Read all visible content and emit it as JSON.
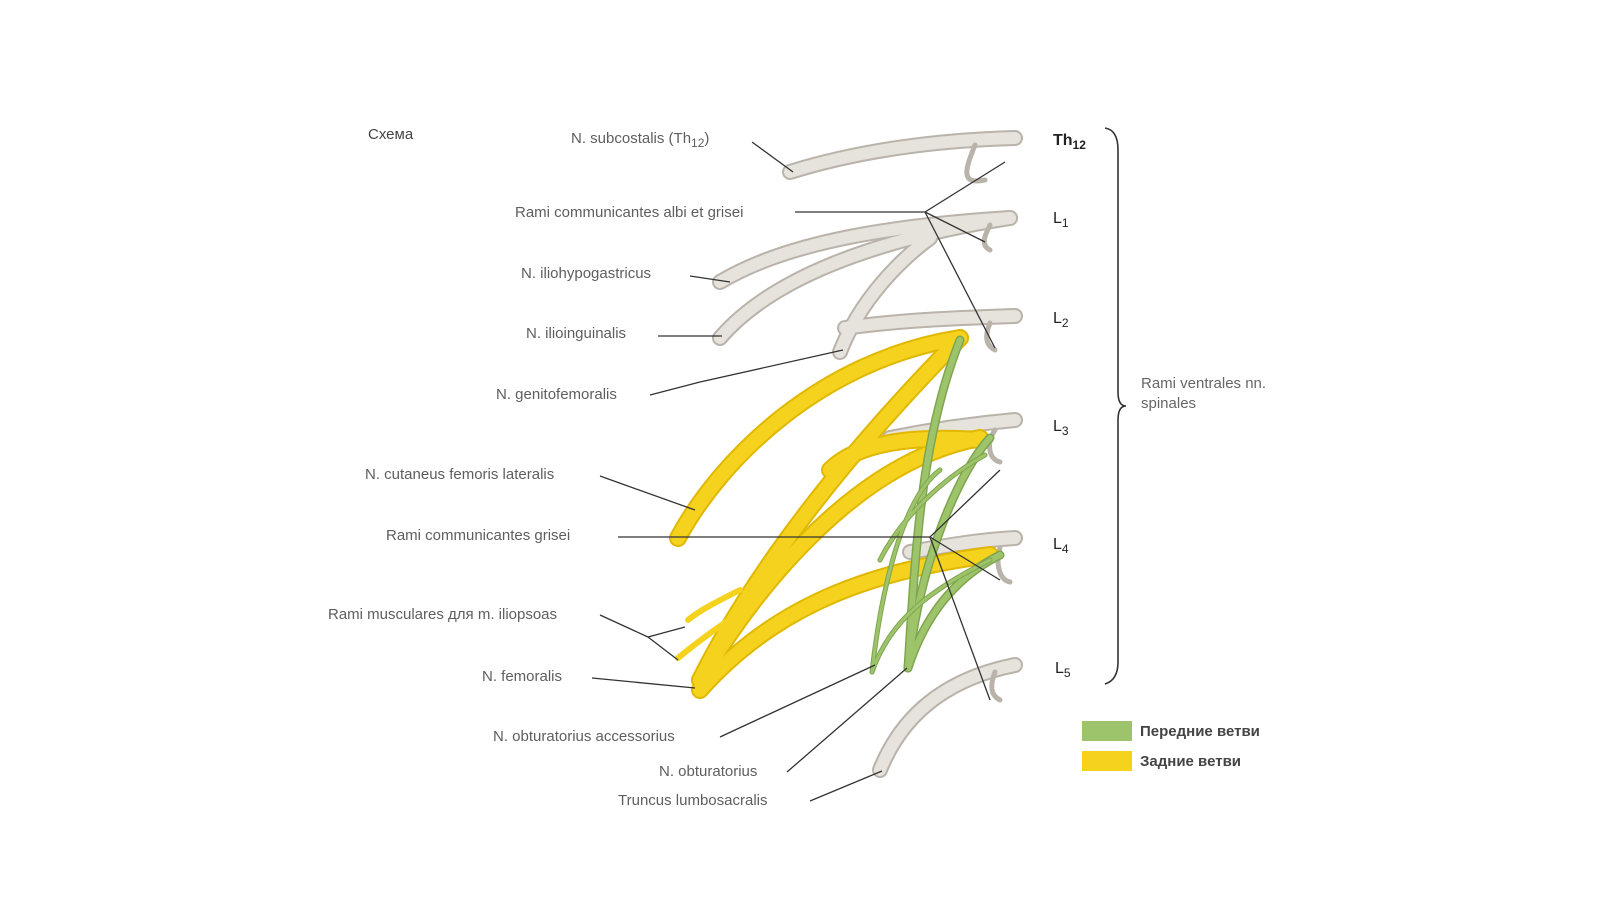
{
  "title": "Схема",
  "labels": {
    "subcostalis": "N. subcostalis (Th",
    "subcostalis_sub": "12",
    "subcostalis_close": ")",
    "rami_comm_albi": "Rami communicantes albi et grisei",
    "iliohypogastricus": "N. iliohypogastricus",
    "ilioinguinalis": "N. ilioinguinalis",
    "genitofemoralis": "N. genitofemoralis",
    "cutaneus": "N. cutaneus femoris lateralis",
    "rami_comm_grisei": "Rami communicantes grisei",
    "rami_musculares": "Rami musculares для m. iliopsoas",
    "femoralis": "N. femoralis",
    "obturatorius_acc": "N. obturatorius accessorius",
    "obturatorius": "N. obturatorius",
    "truncus": "Truncus lumbosacralis"
  },
  "levels": [
    {
      "main": "Th",
      "sub": "12"
    },
    {
      "main": "L",
      "sub": "1"
    },
    {
      "main": "L",
      "sub": "2"
    },
    {
      "main": "L",
      "sub": "3"
    },
    {
      "main": "L",
      "sub": "4"
    },
    {
      "main": "L",
      "sub": "5"
    }
  ],
  "bracket_label": "Rami ventrales nn. spinales",
  "legend": [
    {
      "label": "Передние ветви",
      "color": "#9dc46a"
    },
    {
      "label": "Задние ветви",
      "color": "#f5d21e"
    }
  ],
  "colors": {
    "nerve_grey": "#e6e2dc",
    "nerve_grey_edge": "#b9b3aa",
    "anterior_green": "#9dc46a",
    "posterior_yellow": "#f5d21e"
  }
}
